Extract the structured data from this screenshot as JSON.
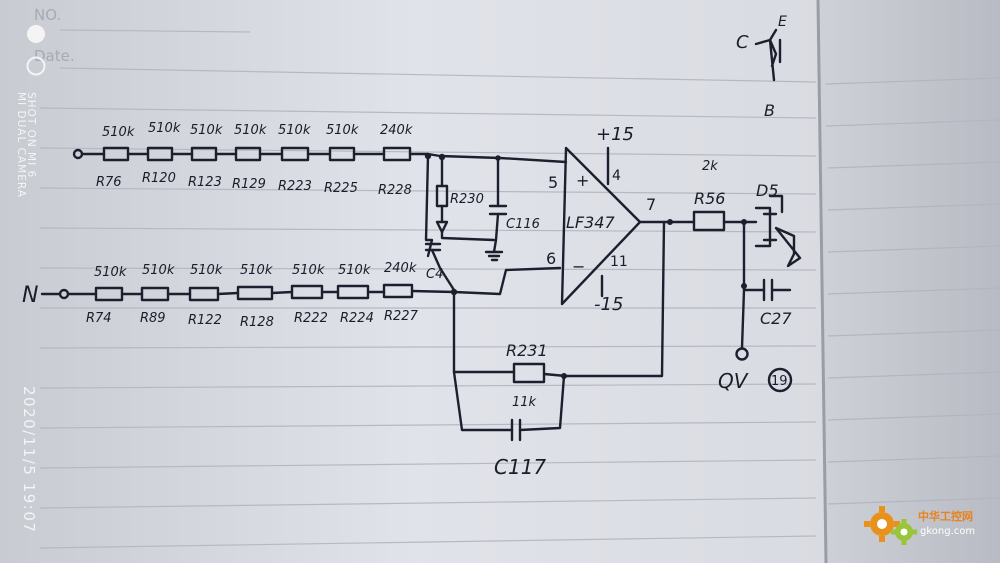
{
  "notebook": {
    "header_no": "NO.",
    "header_date": "Date."
  },
  "watermark": {
    "camera_line1": "SHOT ON MI 6",
    "camera_line2": "MI DUAL CAMERA",
    "datetime": "2020/11/5  19:07"
  },
  "logo": {
    "cn_text": "中华工控网",
    "domain": "gkong.com"
  },
  "schematic": {
    "top_input": {
      "resistor_values": [
        "510k",
        "510k",
        "510k",
        "510k",
        "510k",
        "510k",
        "240k"
      ],
      "resistor_names": [
        "R76",
        "R120",
        "R123",
        "R129",
        "R223",
        "R225",
        "R228"
      ]
    },
    "bottom_input": {
      "label": "N",
      "resistor_values": [
        "510k",
        "510k",
        "510k",
        "510k",
        "510k",
        "510k",
        "240k"
      ],
      "resistor_names": [
        "R74",
        "R89",
        "R122",
        "R128",
        "R222",
        "R224",
        "R227"
      ]
    },
    "opamp": {
      "name": "LF347",
      "supply_pos": "+15",
      "supply_neg": "-15",
      "pin_plus": "5",
      "pin_minus": "6",
      "pin_out": "7",
      "pin_vcc": "4",
      "pin_vee": "11",
      "plus_sign": "+",
      "minus_sign": "−"
    },
    "r230": "R230",
    "c116": "C116",
    "c4": "C4",
    "r231": "R231",
    "r231_value": "11k",
    "c117": "C117",
    "r56": "R56",
    "r56_value": "2k",
    "d5": "D5",
    "c27": "C27",
    "output_label": "QV",
    "output_pin": "19",
    "transistor_c": "C",
    "transistor_e": "E",
    "transistor_b": "B"
  }
}
